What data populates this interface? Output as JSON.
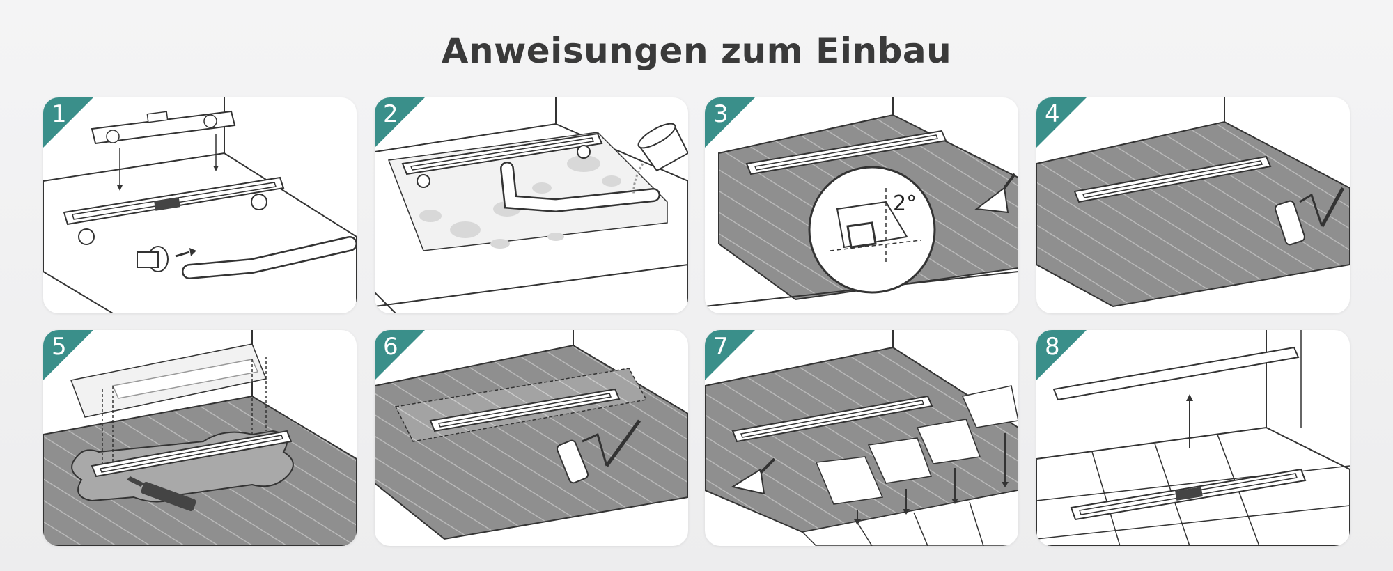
{
  "title": "Anweisungen zum Einbau",
  "accent_color": "#3a8f8a",
  "steps": [
    {
      "number": "1"
    },
    {
      "number": "2"
    },
    {
      "number": "3",
      "angle_label": "2°"
    },
    {
      "number": "4"
    },
    {
      "number": "5"
    },
    {
      "number": "6"
    },
    {
      "number": "7"
    },
    {
      "number": "8"
    }
  ]
}
